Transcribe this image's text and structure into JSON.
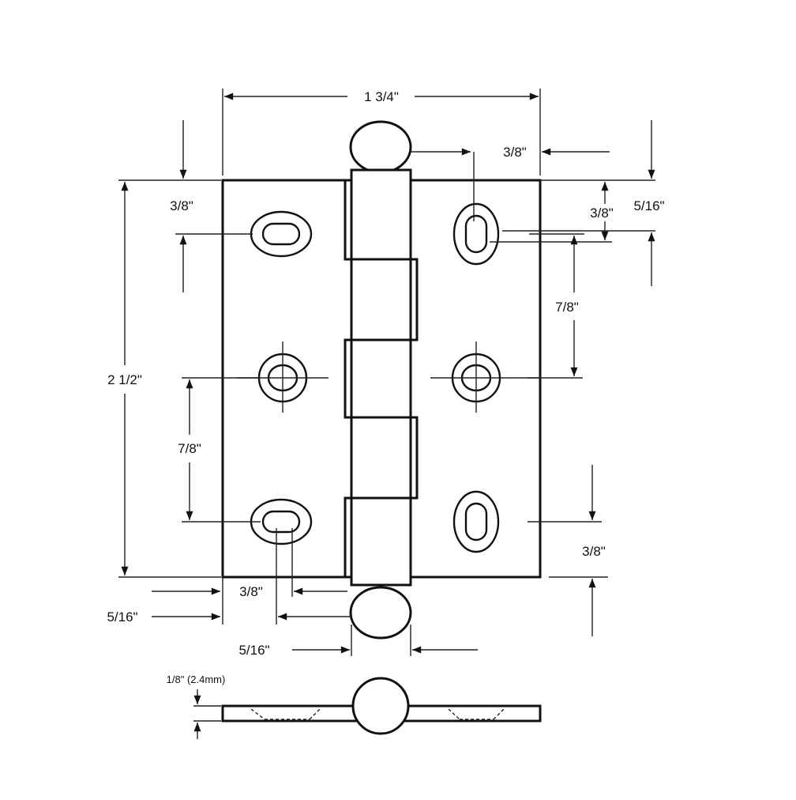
{
  "title": "Hinge dimension drawing",
  "dimensions": {
    "overall_width": "1 3/4\"",
    "overall_height": "2 1/2\"",
    "finial_offset_top_right": "3/8\"",
    "top_right_edge_to_hole": "5/16\"",
    "top_right_hole_offset": "3/8\"",
    "right_hole_spacing": "7/8\"",
    "bottom_right_hole_offset": "3/8\"",
    "top_left_hole_offset": "3/8\"",
    "left_hole_spacing": "7/8\"",
    "bottom_slot_width": "3/8\"",
    "bottom_left_edge_to_slot": "5/16\"",
    "barrel_width": "5/16\"",
    "thickness": "1/8\" (2.4mm)"
  },
  "colors": {
    "line": "#111111",
    "background": "#ffffff"
  }
}
